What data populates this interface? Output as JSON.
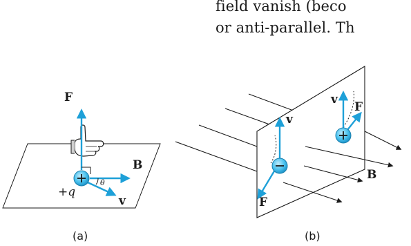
{
  "text": {
    "line1": "field vanish (beco",
    "line2": "or anti-parallel. Th"
  },
  "fig_a": {
    "force_label": "F",
    "field_label": "B",
    "velocity_label": "v",
    "charge_sign": "+",
    "charge_label": "+q",
    "angle_label": "θ",
    "caption": "(a)"
  },
  "fig_b": {
    "velocity_label_left": "v",
    "velocity_label_right": "v",
    "force_label_left": "F",
    "force_label_right": "F",
    "field_label": "B",
    "charge_left_sign": "−",
    "charge_right_sign": "+",
    "caption": "(b)"
  },
  "colors": {
    "vector": "#1ea0d8",
    "charge_fill": "#4cc3ef",
    "line": "#1a1a1a"
  }
}
